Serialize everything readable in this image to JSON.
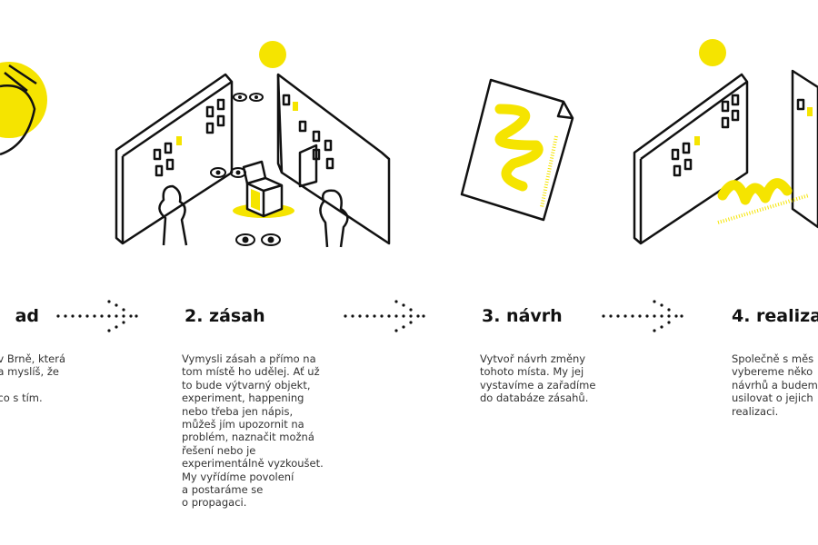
{
  "colors": {
    "accent": "#f5e400",
    "ink": "#111111"
  },
  "steps": [
    {
      "title": "ad",
      "text": "v Brně, která\na myslíš, že\n\nco s tím."
    },
    {
      "title": "2. zásah",
      "text": "Vymysli zásah a přímo na\ntom místě ho udělej. Ať už\nto bude výtvarný objekt,\nexperiment, happening\nnebo třeba jen nápis,\nmůžeš jím upozornit na\nproblém, naznačit možná\nřešení nebo je\nexperimentálně vyzkoušet.\nMy vyřídíme povolení\na postaráme se\no propagaci."
    },
    {
      "title": "3. návrh",
      "text": "Vytvoř návrh změny\ntohoto místa. My jej\nvystavíme a zařadíme\ndo databáze zásahů."
    },
    {
      "title": "4. realizac",
      "text": "Společně s měs\nvybereme něko\nnávrhů a budem\nusilovat o jejich\nrealizaci."
    }
  ]
}
